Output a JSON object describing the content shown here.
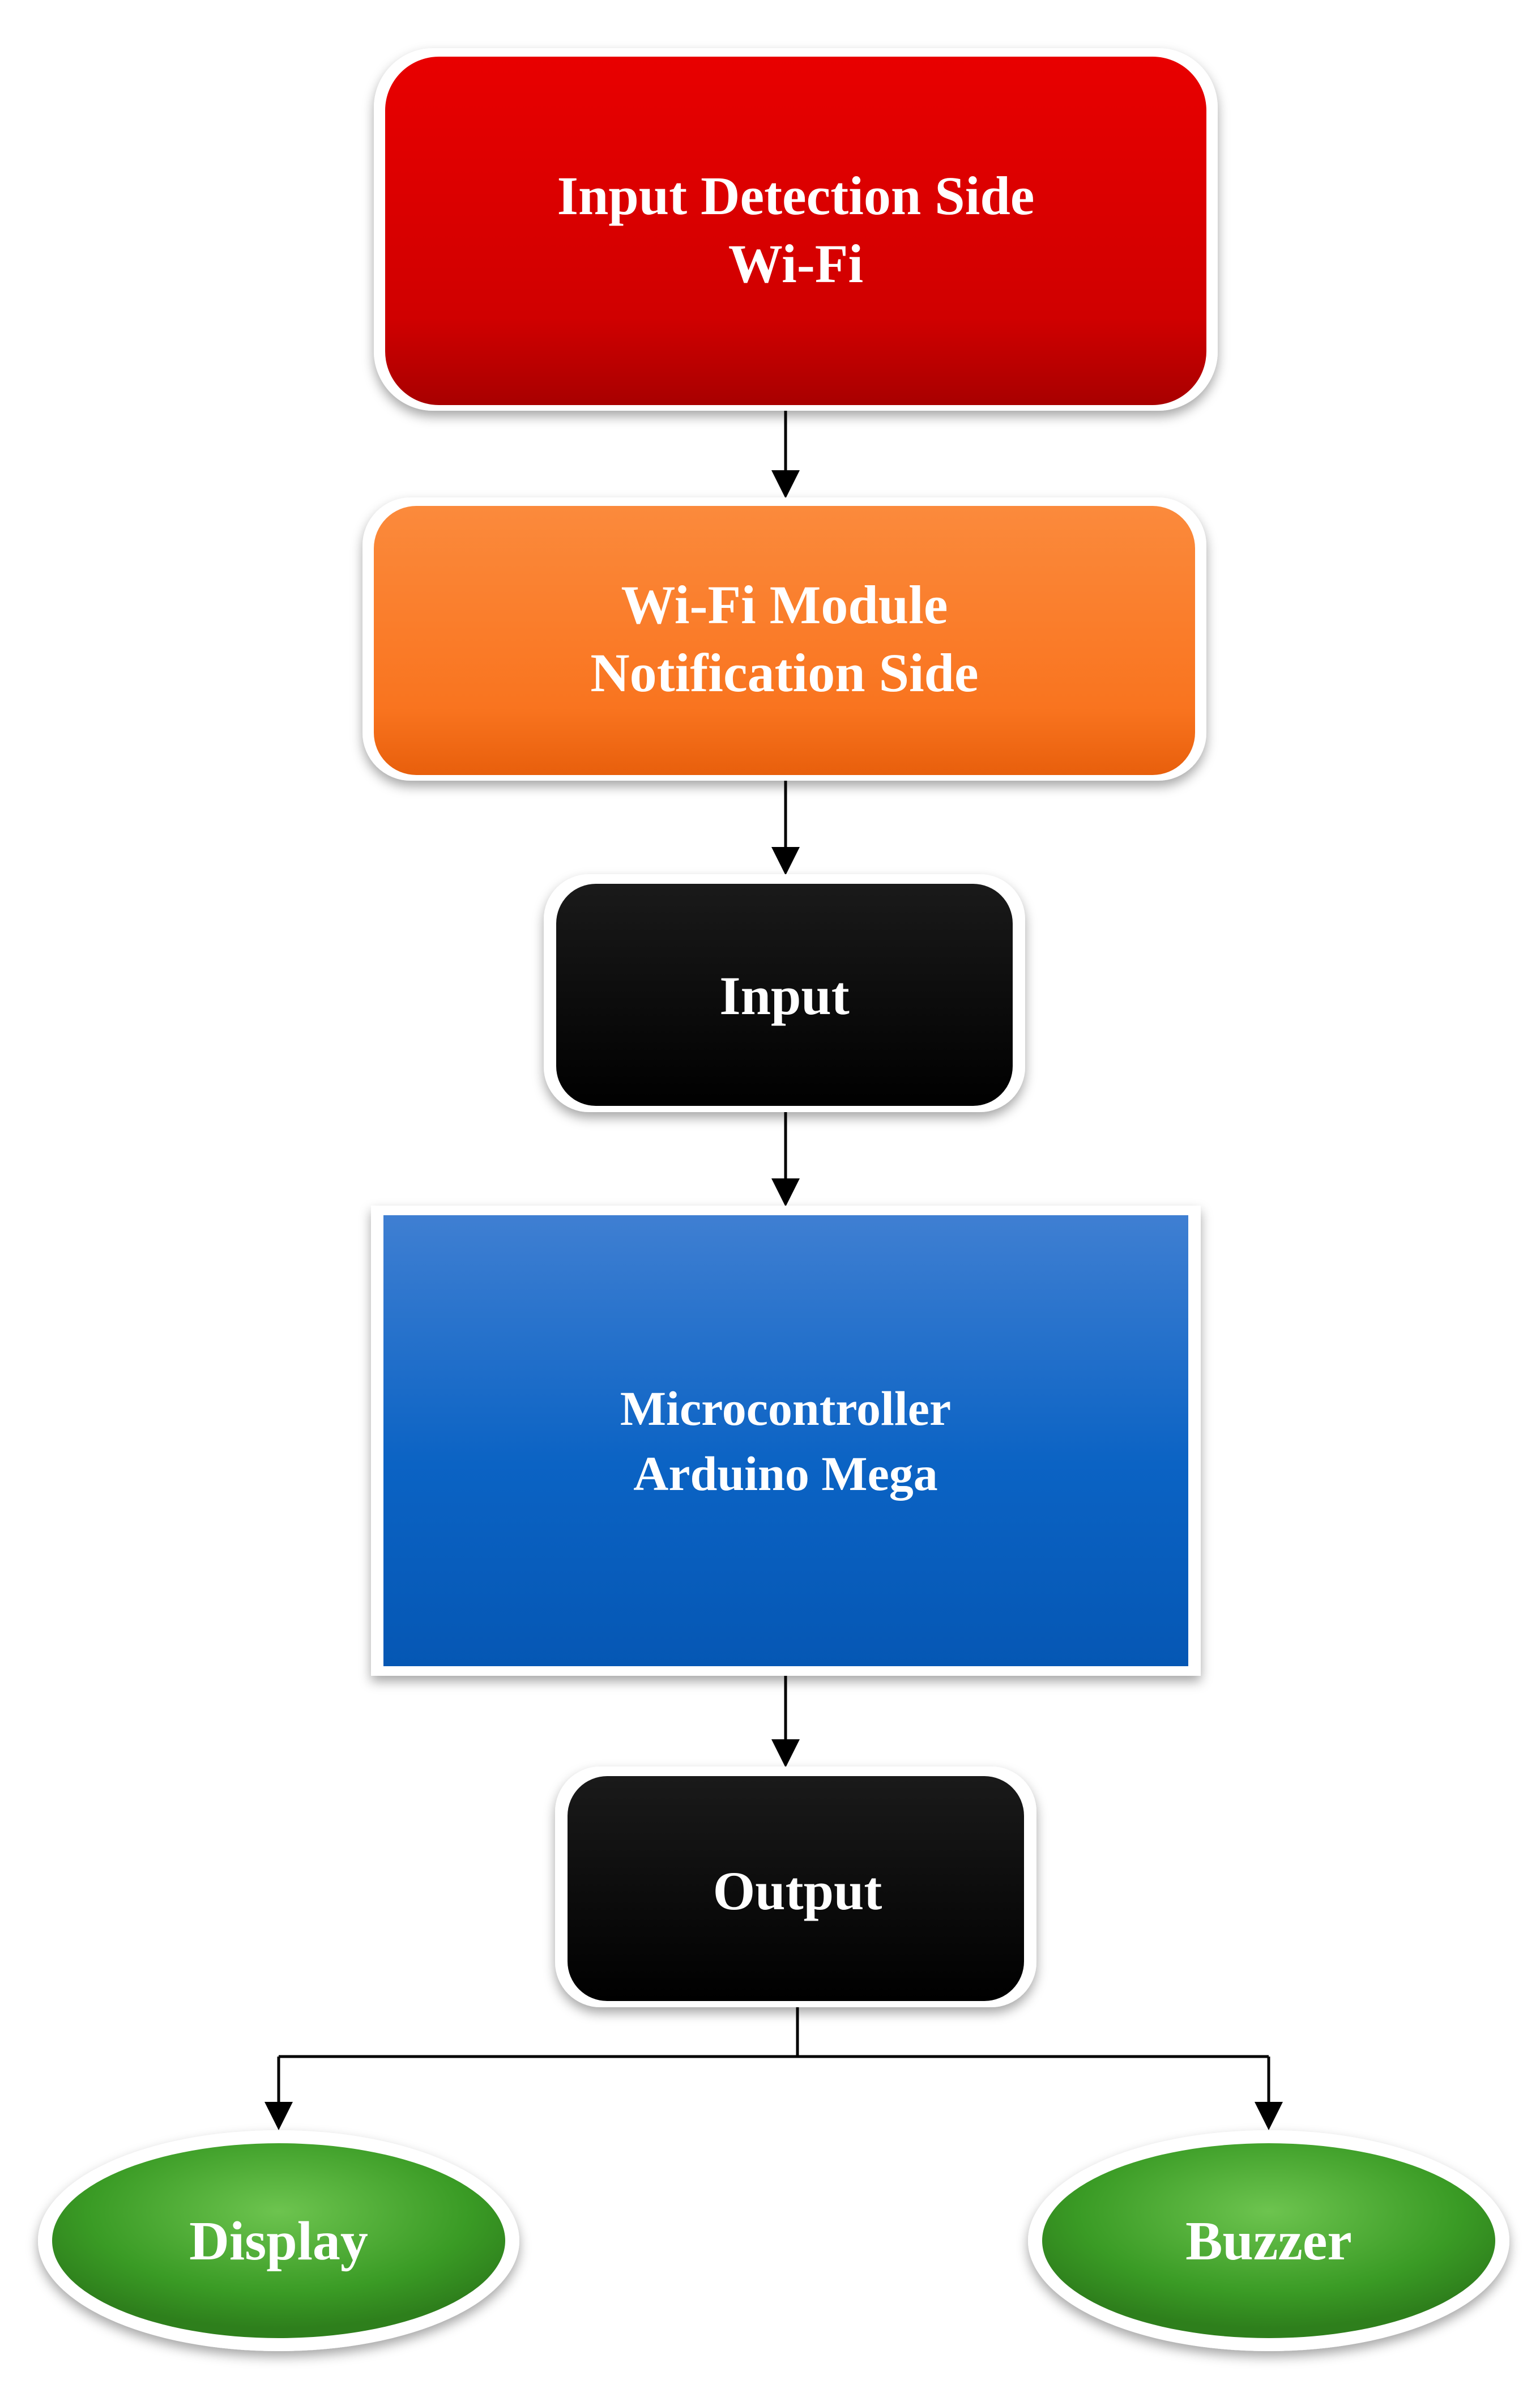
{
  "nodes": {
    "input_detection": {
      "lines": [
        "Input Detection Side",
        "Wi-Fi"
      ],
      "color": "#d90000"
    },
    "wifi_module": {
      "lines": [
        "Wi-Fi Module",
        "Notification Side"
      ],
      "color": "#f9741f"
    },
    "input": {
      "lines": [
        "Input"
      ],
      "color": "#000000"
    },
    "microcontroller": {
      "lines": [
        "Microcontroller",
        "Arduino Mega"
      ],
      "color": "#0b63c4"
    },
    "output": {
      "lines": [
        "Output"
      ],
      "color": "#000000"
    },
    "display": {
      "lines": [
        "Display"
      ],
      "color": "#3a9b25"
    },
    "buzzer": {
      "lines": [
        "Buzzer"
      ],
      "color": "#3a9b25"
    }
  }
}
